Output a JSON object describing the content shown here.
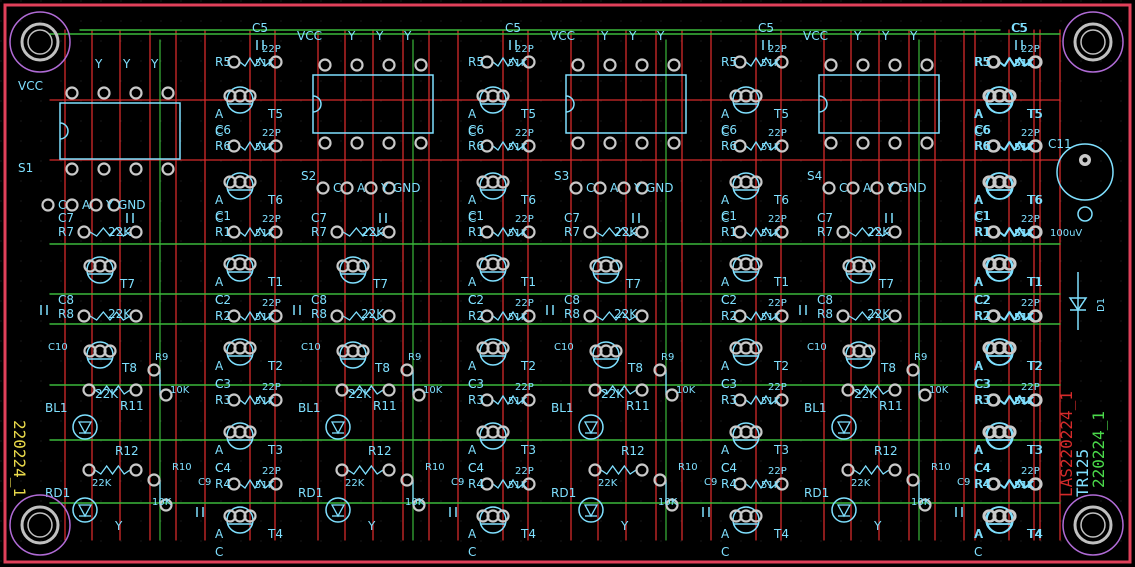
{
  "colors": {
    "background": "#000000",
    "board_outline": "#e0405a",
    "trace_red": "#d42a2a",
    "trace_green": "#3ab83a",
    "silkscreen": "#7fe0ff",
    "pad": "#c9c9c9",
    "yellow_text": "#e8d84a",
    "green_text": "#4ad84a",
    "violet": "#b06bd6",
    "mounting_ring": "#c0c0c0"
  },
  "board": {
    "left_vertical_id": "220224_1",
    "right_text_red": "LAS220224_1",
    "right_text_cyan": "TR125",
    "right_text_green": "220224_1",
    "capacitor_c11": "C11",
    "capacitor_c11_value": "100uV",
    "diode_label": "D1"
  },
  "sections": [
    {
      "switch_label": "S1",
      "pin_header": [
        "C",
        "A",
        "Y",
        "GND"
      ]
    },
    {
      "switch_label": "S2",
      "pin_header": [
        "C",
        "A",
        "Y",
        "GND"
      ]
    },
    {
      "switch_label": "S3",
      "pin_header": [
        "C",
        "A",
        "Y",
        "GND"
      ]
    },
    {
      "switch_label": "S4",
      "pin_header": [
        "C",
        "A",
        "Y",
        "GND"
      ]
    }
  ],
  "top_labels": {
    "vcc": "VCC",
    "y": "Y",
    "c5": "C5"
  },
  "component_labels": {
    "c7": "C7",
    "r7": "R7",
    "r7_val": "22K",
    "c8": "C8",
    "r8": "R8",
    "r8_val": "22K",
    "c10": "C10",
    "r9": "R9",
    "r9_val": "10K",
    "t7": "T7",
    "t8": "T8",
    "bl1": "BL1",
    "r11": "R11",
    "r11_val": "22K",
    "rd1": "RD1",
    "r12": "R12",
    "r12_val": "22K",
    "r10": "R10",
    "r10_val": "10K",
    "c9": "C9",
    "col_r5": "R5",
    "col_r5_val": "51K",
    "col_c6": "C6",
    "col_r6": "R6",
    "col_r6_val": "51K",
    "col_t5": "T5",
    "col_t6": "T6",
    "col_c1": "C1",
    "col_r1": "R1",
    "col_r1_val": "51K",
    "col_t1": "T1",
    "col_c2": "C2",
    "col_r2": "R2",
    "col_r2_val": "51K",
    "col_t2": "T2",
    "col_c3": "C3",
    "col_r3": "R3",
    "col_r3_val": "51K",
    "col_t3": "T3",
    "col_c4": "C4",
    "col_r4": "R4",
    "col_r4_val": "51K",
    "col_t4": "T4",
    "val_22p": "22P",
    "a": "A",
    "c": "C",
    "y": "Y"
  }
}
